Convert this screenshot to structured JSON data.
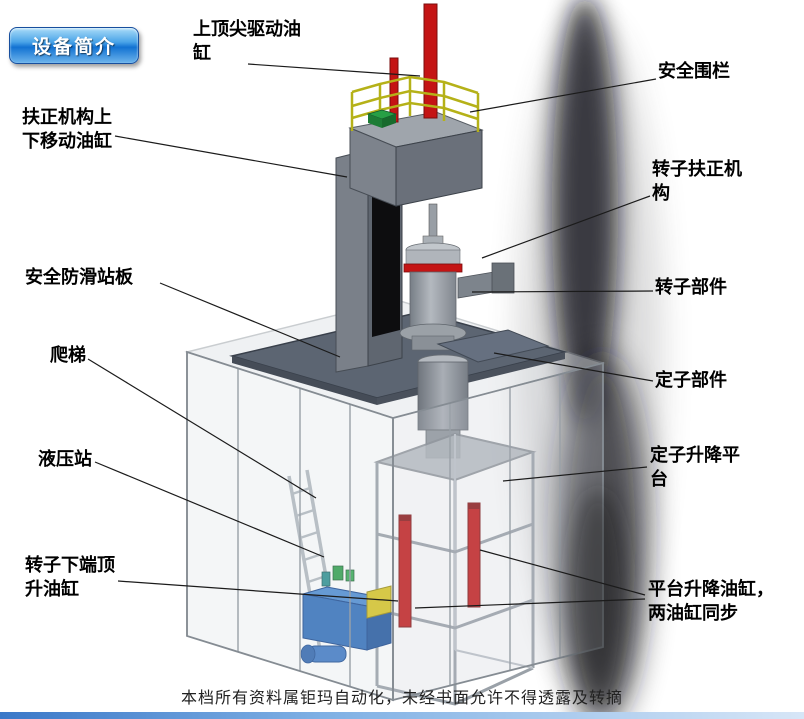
{
  "badge": {
    "label": "设备简介"
  },
  "callouts": [
    {
      "id": "top-spindle-cylinder",
      "text": "上顶尖驱动油缸"
    },
    {
      "id": "safety-fence",
      "text": "安全围栏"
    },
    {
      "id": "straightener-lift-cylinder",
      "text": "扶正机构上下移动油缸"
    },
    {
      "id": "rotor-straightener",
      "text": "转子扶正机构"
    },
    {
      "id": "anti-slip-platform",
      "text": "安全防滑站板"
    },
    {
      "id": "rotor-part",
      "text": "转子部件"
    },
    {
      "id": "ladder",
      "text": "爬梯"
    },
    {
      "id": "stator-part",
      "text": "定子部件"
    },
    {
      "id": "hydraulic-station",
      "text": "液压站"
    },
    {
      "id": "stator-lift-platform",
      "text": "定子升降平台"
    },
    {
      "id": "rotor-bottom-jack-cylinder",
      "text": "转子下端顶升油缸"
    },
    {
      "id": "platform-lift-cylinders",
      "text": "平台升降油缸，两油缸同步"
    }
  ],
  "footer": {
    "text": "本档所有资料属钜玛自动化，未经书面允许不得透露及转摘"
  },
  "colors": {
    "cylinder_red": "#c41414",
    "railing_yellow": "#b5b118",
    "hydraulic_blue": "#2d6cba",
    "badge_blue": "#1272d2",
    "plate_grey": "#5c6572"
  }
}
